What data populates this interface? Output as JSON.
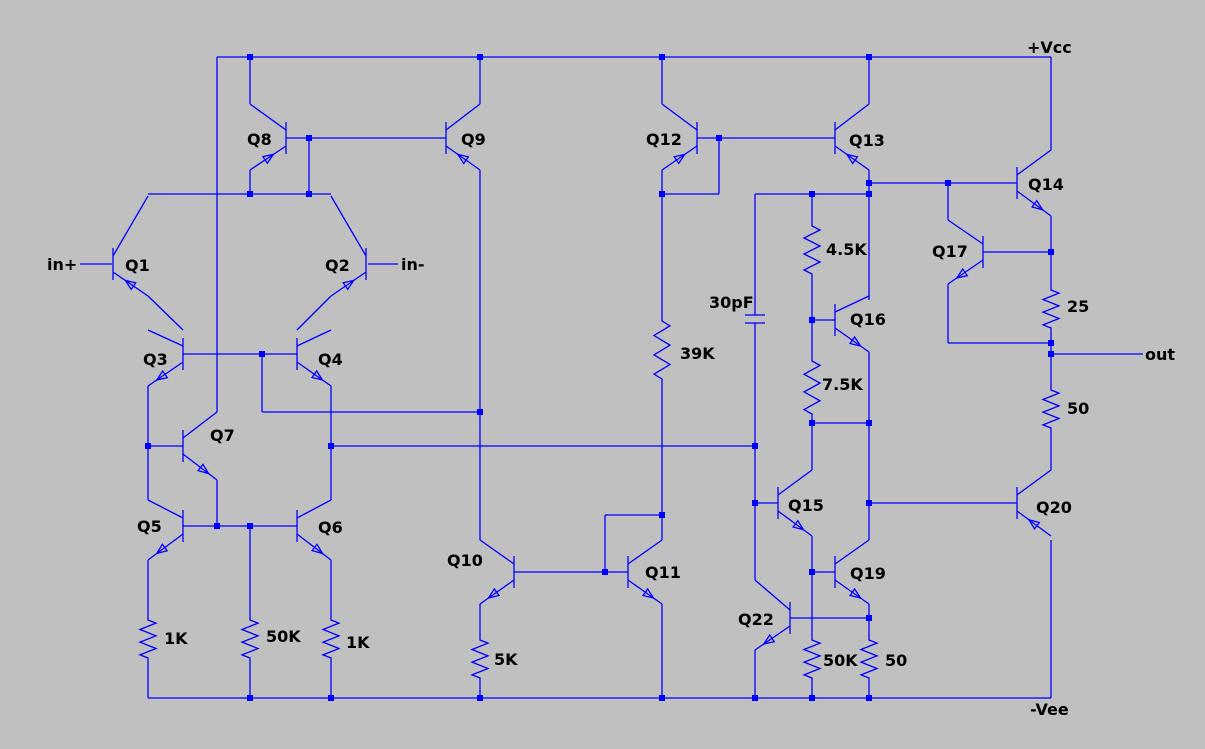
{
  "labels": {
    "vcc": "+Vcc",
    "vee": "-Vee",
    "in_plus": "in+",
    "in_minus": "in-",
    "out": "out",
    "q1": "Q1",
    "q2": "Q2",
    "q3": "Q3",
    "q4": "Q4",
    "q5": "Q5",
    "q6": "Q6",
    "q7": "Q7",
    "q8": "Q8",
    "q9": "Q9",
    "q10": "Q10",
    "q11": "Q11",
    "q12": "Q12",
    "q13": "Q13",
    "q14": "Q14",
    "q15": "Q15",
    "q16": "Q16",
    "q17": "Q17",
    "q19": "Q19",
    "q20": "Q20",
    "q22": "Q22",
    "r_1k_a": "1K",
    "r_50k_a": "50K",
    "r_1k_b": "1K",
    "r_5k": "5K",
    "r_39k": "39K",
    "r_4_5k": "4.5K",
    "r_7_5k": "7.5K",
    "r_50k_b": "50K",
    "r_50": "50",
    "r_25": "25",
    "r_50_out": "50",
    "c_30pf": "30pF"
  },
  "colors": {
    "background": "#c0c0c0",
    "wire": "#0000ff",
    "text": "#000000"
  }
}
